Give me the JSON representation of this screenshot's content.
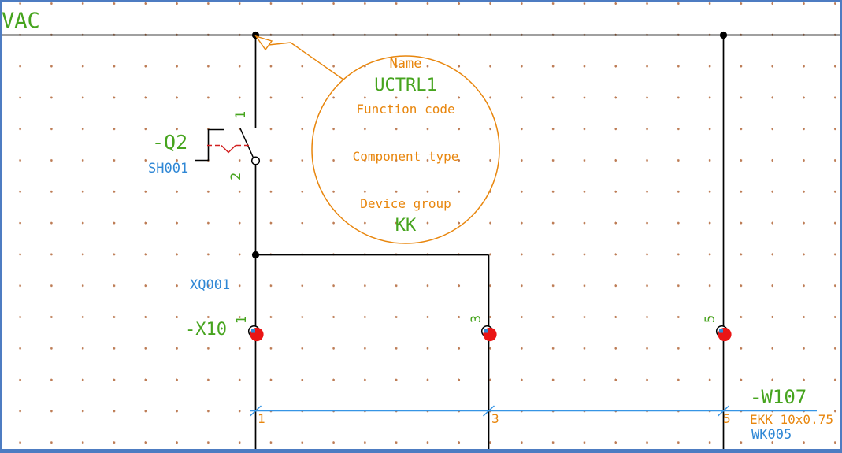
{
  "colors": {
    "device_green": "#46a41e",
    "annotation_orange": "#e8860d",
    "function_blue": "#2f87d5",
    "cable_line_blue": "#3695e5",
    "terminal_highlight_red": "#ea1515",
    "linkage_red": "#d22020",
    "wire_black": "#000000",
    "frame_blue": "#4d7cc2",
    "grid_dot_brown": "#bd7c55"
  },
  "rail": {
    "label": "VAC"
  },
  "switch": {
    "name": "-Q2",
    "function_text": "SH001",
    "pin_top": "1",
    "pin_bottom": "2"
  },
  "callout": {
    "name_label": "Name",
    "name_value": "UCTRL1",
    "function_code_label": "Function code",
    "component_type_label": "Component type",
    "device_group_label": "Device group",
    "device_group_value": "KK"
  },
  "terminal_strip": {
    "name": "-X10",
    "function_text": "XQ001",
    "terminals": [
      "1",
      "3",
      "5"
    ]
  },
  "cable": {
    "name": "-W107",
    "type": "EKK 10x0.75",
    "function_text": "WK005",
    "conductors": [
      "1",
      "3",
      "5"
    ]
  }
}
